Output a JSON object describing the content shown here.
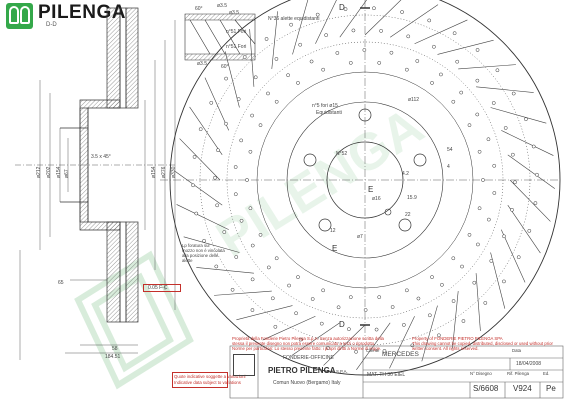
{
  "header": {
    "brand": "PILENGA",
    "code": "D-D"
  },
  "annotations": {
    "section_angle_1": "60°",
    "section_angle_2": "60°",
    "dia_small_1": "ø3.5",
    "dia_small_2": "ø3.5",
    "dia_small_3": "ø3.5",
    "slot_count_1": "n°51 Fori",
    "slot_count_2": "n°51 Fori",
    "slot_count_3": "n°5 fori ø15",
    "slot_label": "Equidistanti",
    "equidistant_label": "N°36 alette equidistanti",
    "angle_label": "N°52",
    "dim_54": "54",
    "dim_4": "4",
    "pcd_label": "ø112",
    "dim_4_2": "4.2",
    "dim_15_9": "15.9",
    "dim_12": "12",
    "dim_22": "22",
    "ref_label": "ø16",
    "ref_label_2": "ø7",
    "view_top": "D",
    "view_bottom": "D",
    "view_e1": "E",
    "view_e2": "E",
    "chamfer": "3.5 x 45°",
    "flatness": "0.05 F-C",
    "dim_65": "65",
    "dim_58": "58",
    "dim_184": "184.51",
    "note_left_1": "Lp foratura sul",
    "note_left_2": "mozzo non è vincolata",
    "note_left_3": "alla posizione delle",
    "note_left_4": "alette",
    "left_dims": [
      "ø212",
      "ø202",
      "ø154",
      "ø67"
    ],
    "mid_dims": [
      "ø154",
      "ø276",
      "ø330"
    ]
  },
  "title_block": {
    "notice_it_1": "Proprietà della Fonderie Pietro Pilenga S.p.A. Senza autorizzazione scritta della",
    "notice_it_2": "stessa il presente disegno non potrà essere comunicato a terzi o riprodotto.",
    "notice_it_3": "Norme per particolari: Lo stesso presente fatto: i propri diritti a Norme di legge.",
    "notice_en_1": "Property of FONDERIE PIETRO PILENGA SPA",
    "notice_en_2": "This drawing cannot be copied, distributed, disclosed or used without prior",
    "notice_en_3": "written consent. All rights reserved.",
    "note_red_1": "Quote indicative soggette a variazioni",
    "note_red_2": "Indicative data subject to variations",
    "company_line": "FONDERIE-OFFICINE",
    "company_name": "PIETRO  PILENGA",
    "company_suffix": "S.P.A.",
    "company_city": "Comun Nuovo (Bergamo) Italy",
    "customer_label": "Cliente",
    "customer": "MERCEDES",
    "date_label": "Data",
    "date": "18/04/2008",
    "material": "MAT. TH 30  EIEL",
    "drawing_label": "N° Disegno",
    "ref_label": "Rif. Pilenga",
    "rev_label": "Ed.",
    "drawing_no": "S/6608",
    "ref_no": "V924",
    "rev": "Pe"
  }
}
